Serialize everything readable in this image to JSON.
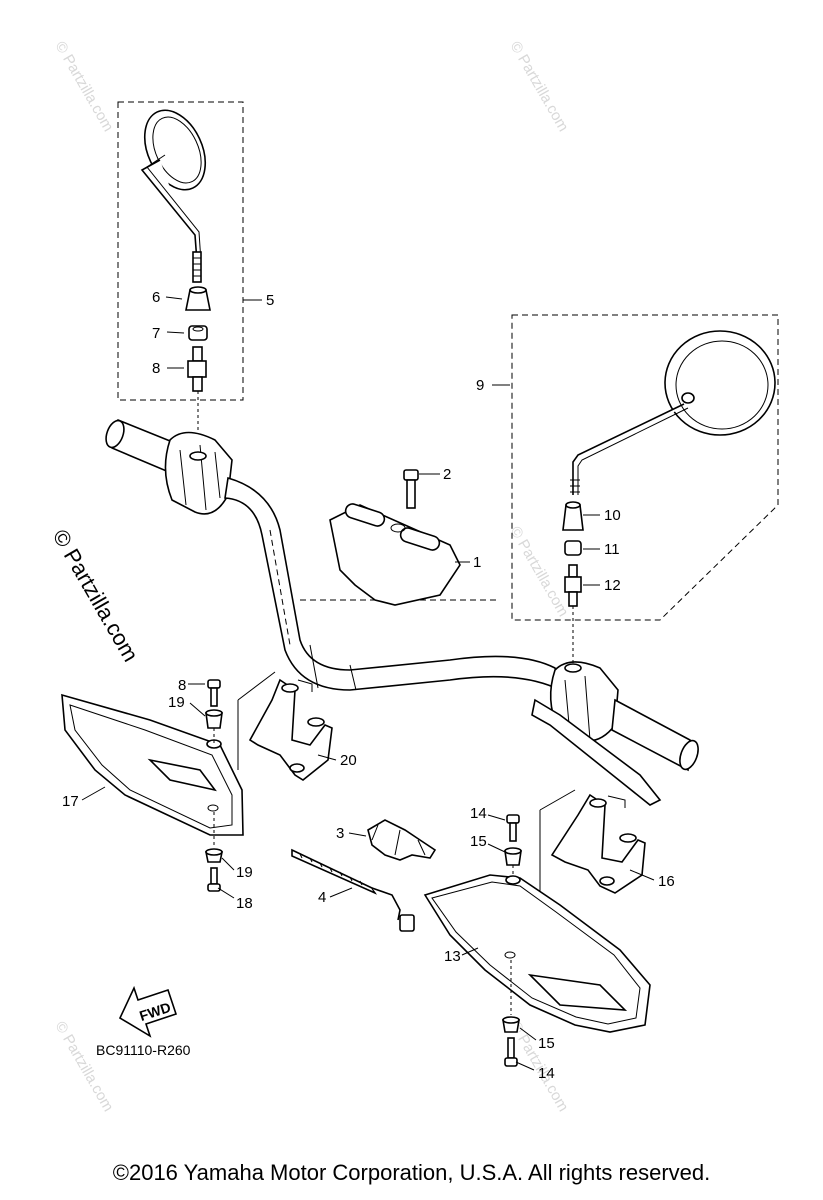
{
  "watermarks": {
    "small": "© Partzilla.com",
    "large": "© Partzilla.com"
  },
  "callouts": {
    "c1": "1",
    "c2": "2",
    "c3": "3",
    "c4": "4",
    "c5": "5",
    "c6": "6",
    "c7": "7",
    "c8": "8",
    "c9": "9",
    "c10": "10",
    "c11": "11",
    "c12": "12",
    "c13": "13",
    "c14a": "14",
    "c14b": "14",
    "c15a": "15",
    "c15b": "15",
    "c16": "16",
    "c17": "17",
    "c18a": "8",
    "c18b": "18",
    "c19a": "19",
    "c19b": "19",
    "c20": "20"
  },
  "fwd_label": "FWD",
  "diagram_code": "BC91110-R260",
  "copyright": "©2016  Yamaha Motor Corporation, U.S.A. All rights reserved."
}
